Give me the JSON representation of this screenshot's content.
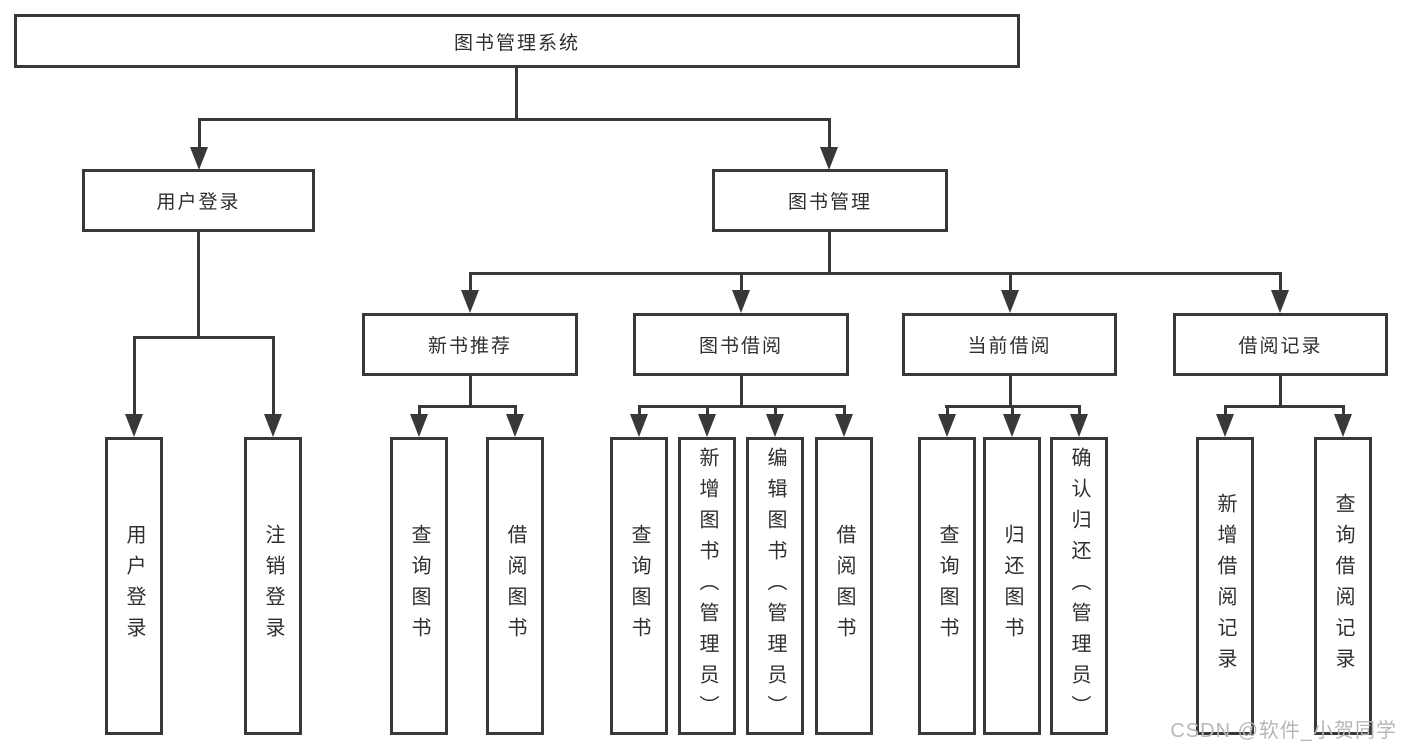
{
  "diagram": {
    "root": {
      "label": "图书管理系统"
    },
    "user_login": {
      "label": "用户登录",
      "children": [
        {
          "label": "用户登录"
        },
        {
          "label": "注销登录"
        }
      ]
    },
    "book_mgmt": {
      "label": "图书管理",
      "children": [
        {
          "label": "新书推荐",
          "children": [
            {
              "label": "查询图书"
            },
            {
              "label": "借阅图书"
            }
          ]
        },
        {
          "label": "图书借阅",
          "children": [
            {
              "label": "查询图书"
            },
            {
              "label": "新增图书（管理员）"
            },
            {
              "label": "编辑图书（管理员）"
            },
            {
              "label": "借阅图书"
            }
          ]
        },
        {
          "label": "当前借阅",
          "children": [
            {
              "label": "查询图书"
            },
            {
              "label": "归还图书"
            },
            {
              "label": "确认归还（管理员）"
            }
          ]
        },
        {
          "label": "借阅记录",
          "children": [
            {
              "label": "新增借阅记录"
            },
            {
              "label": "查询借阅记录"
            }
          ]
        }
      ]
    },
    "colors": {
      "line": "#383838",
      "text": "#2f2f2f",
      "watermark": "#b5b8bb"
    },
    "watermark": "CSDN @软件_小贺同学"
  }
}
